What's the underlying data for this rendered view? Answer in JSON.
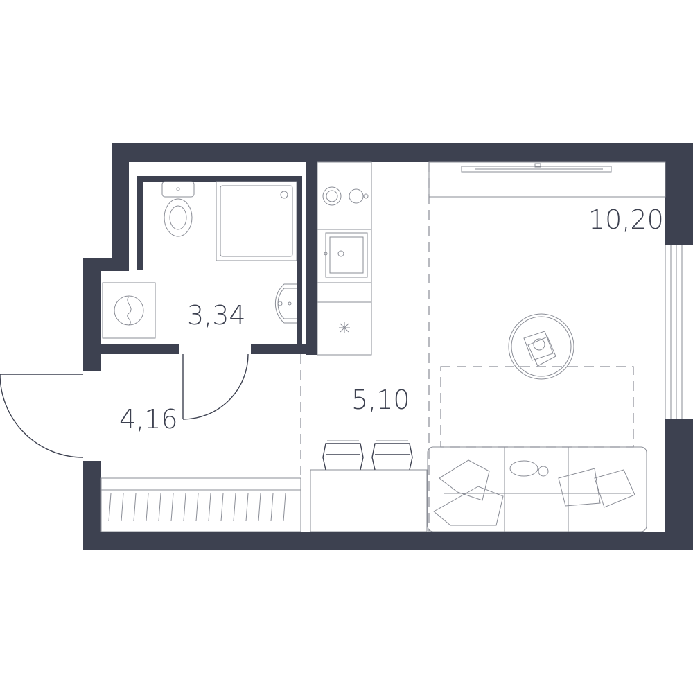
{
  "rooms": [
    {
      "id": "living",
      "area": "10,20"
    },
    {
      "id": "kitchen",
      "area": "5,10"
    },
    {
      "id": "bathroom",
      "area": "3,34"
    },
    {
      "id": "hall",
      "area": "4,16"
    }
  ],
  "colors": {
    "wall": "#3d4150",
    "line": "#8a8d96",
    "background": "#ffffff"
  }
}
